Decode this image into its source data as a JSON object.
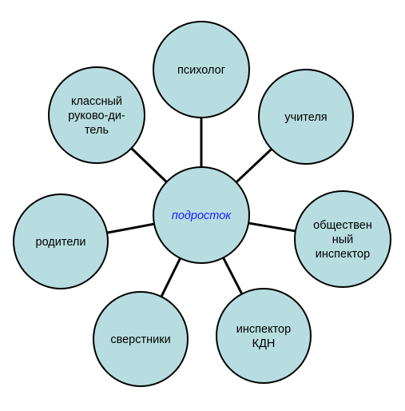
{
  "diagram": {
    "center": {
      "label": "подросток",
      "color": "#1a1aff"
    },
    "fill_color": "#b7dde0",
    "nodes": [
      {
        "id": "psychologist",
        "lines": [
          "психолог"
        ]
      },
      {
        "id": "teachers",
        "lines": [
          "учителя"
        ]
      },
      {
        "id": "public-inspector",
        "lines": [
          "обществен",
          "ный",
          "инспектор"
        ]
      },
      {
        "id": "kdn-inspector",
        "lines": [
          "инспектор",
          "КДН"
        ]
      },
      {
        "id": "peers",
        "lines": [
          "сверстники"
        ]
      },
      {
        "id": "parents",
        "lines": [
          "родители"
        ]
      },
      {
        "id": "class-teacher",
        "lines": [
          "классный",
          "руково-ди-",
          "тель"
        ]
      }
    ]
  }
}
